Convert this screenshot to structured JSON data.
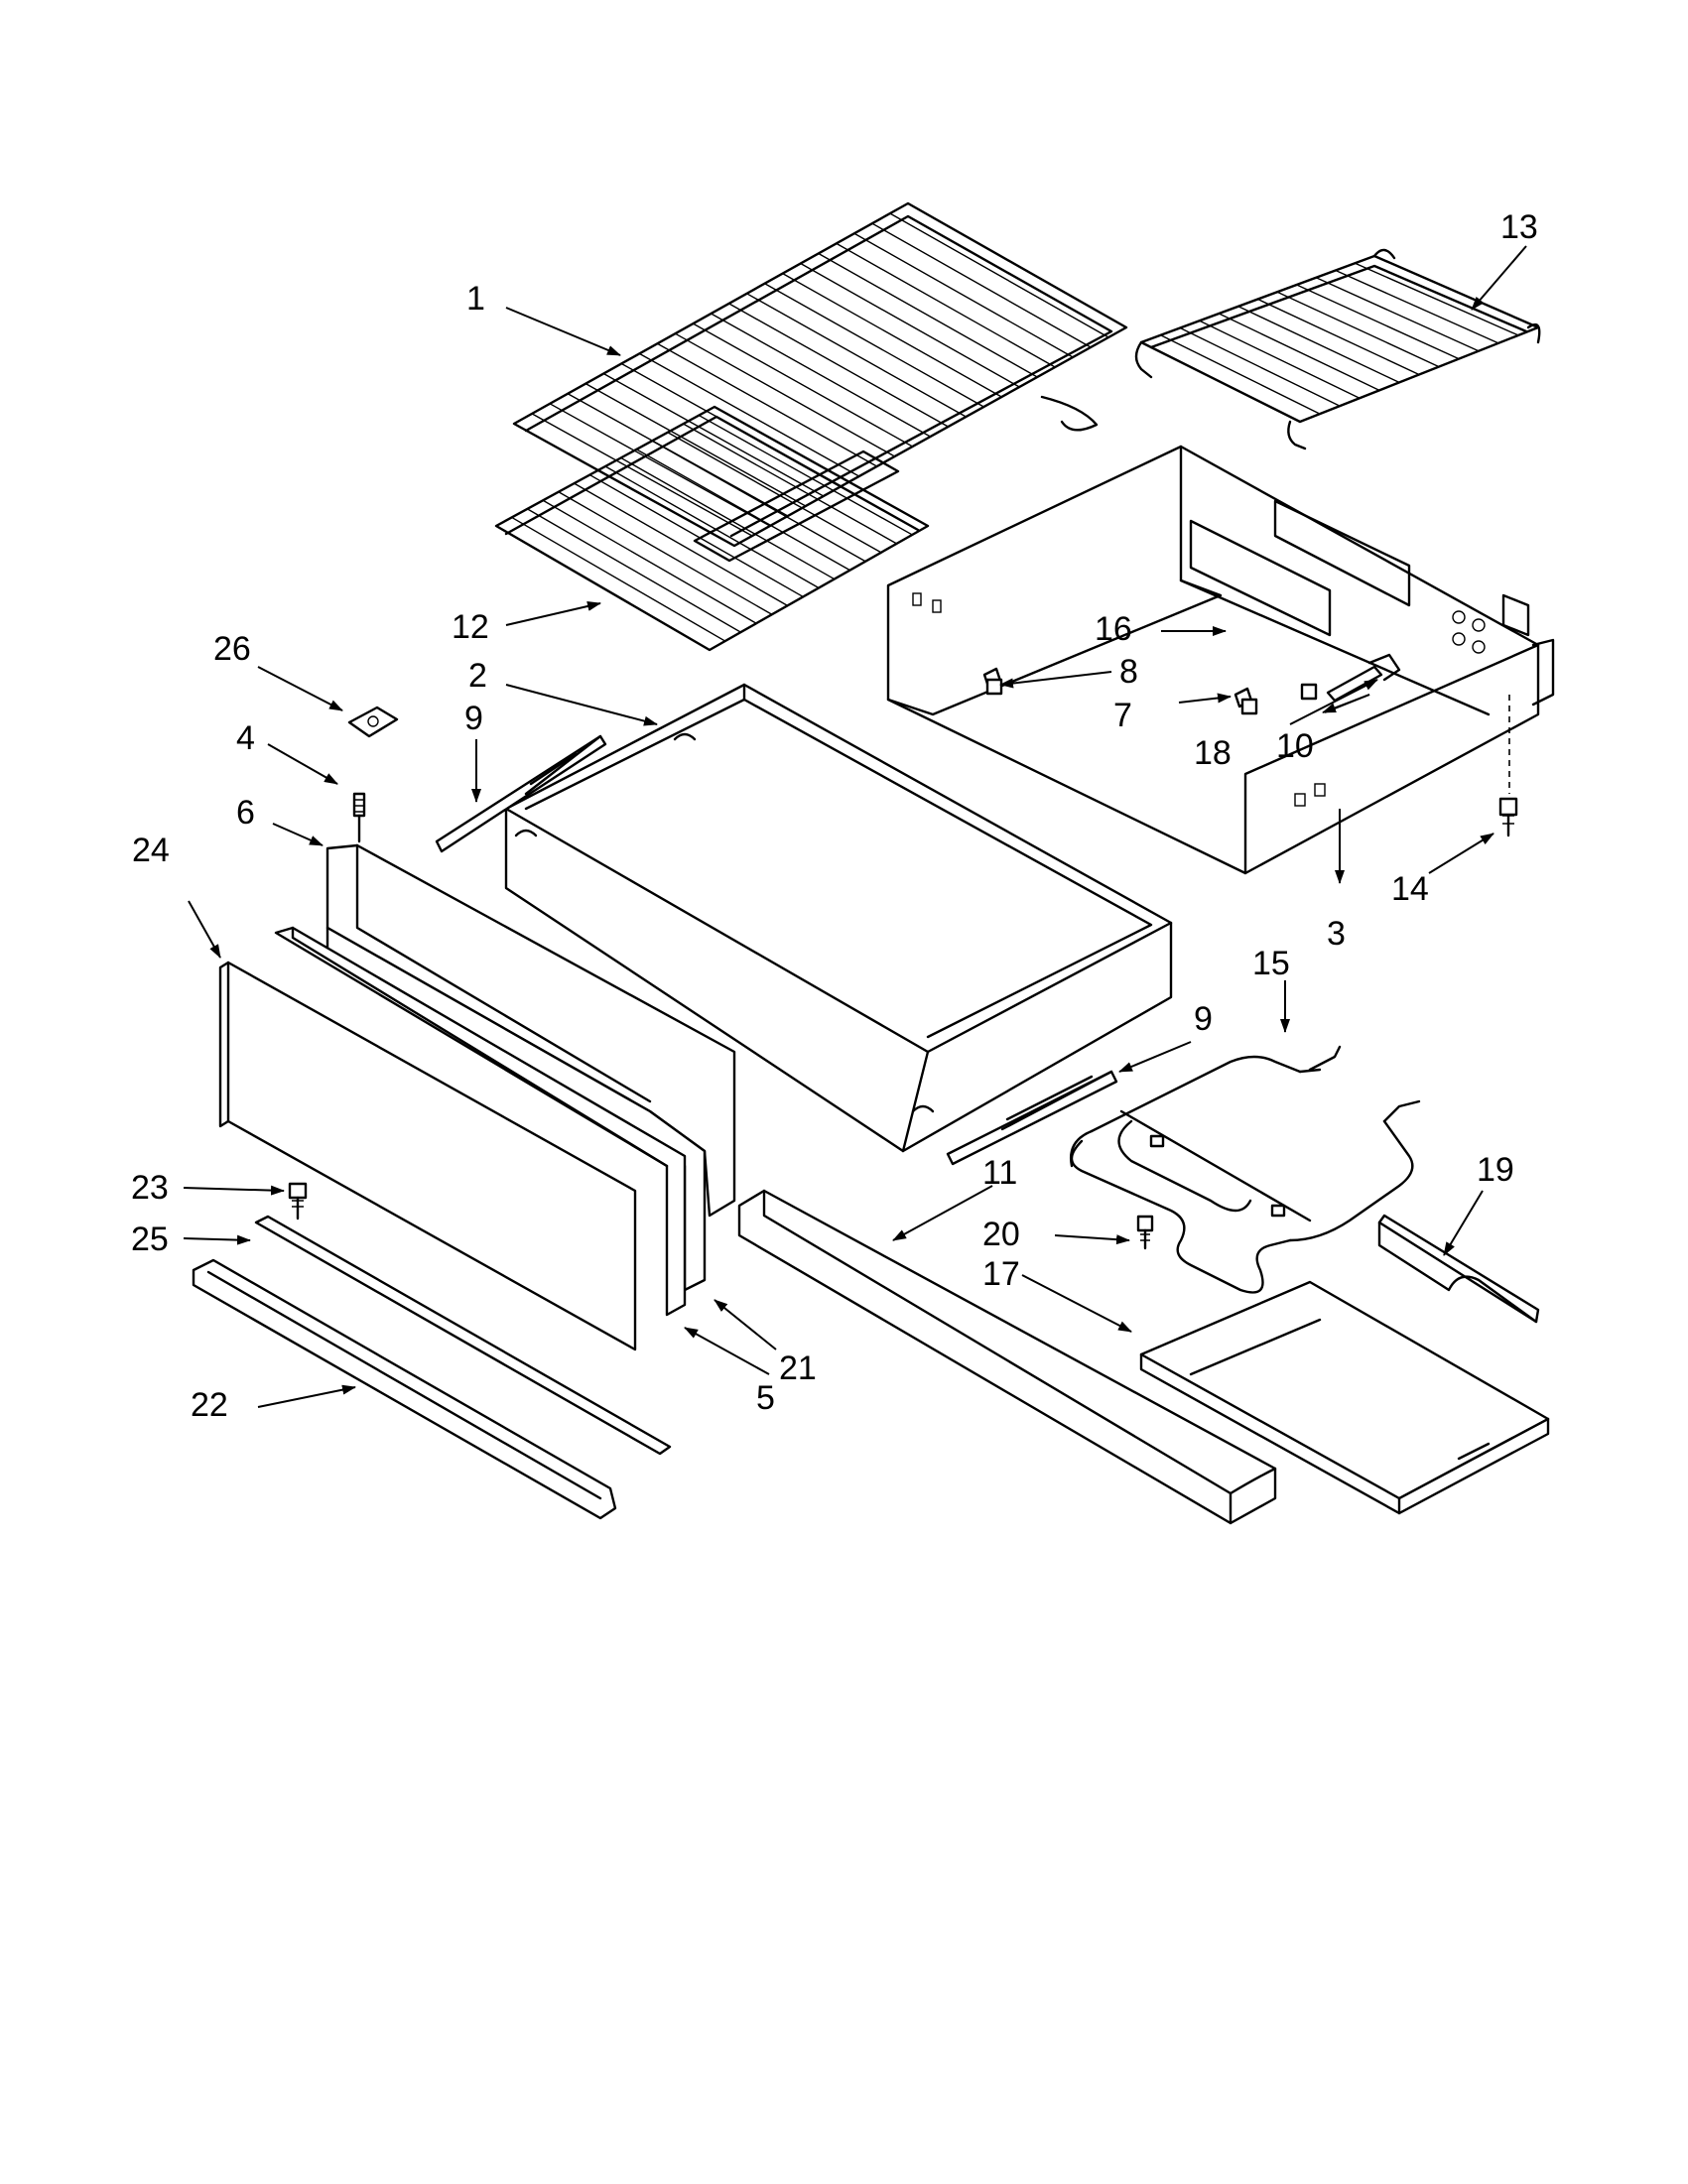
{
  "diagram": {
    "labels": [
      {
        "id": "label-1",
        "text": "1"
      },
      {
        "id": "label-2",
        "text": "2"
      },
      {
        "id": "label-3",
        "text": "3"
      },
      {
        "id": "label-4",
        "text": "4"
      },
      {
        "id": "label-5",
        "text": "5"
      },
      {
        "id": "label-6",
        "text": "6"
      },
      {
        "id": "label-7",
        "text": "7"
      },
      {
        "id": "label-8",
        "text": "8"
      },
      {
        "id": "label-9a",
        "text": "9"
      },
      {
        "id": "label-9b",
        "text": "9"
      },
      {
        "id": "label-10",
        "text": "10"
      },
      {
        "id": "label-11",
        "text": "11"
      },
      {
        "id": "label-12",
        "text": "12"
      },
      {
        "id": "label-13",
        "text": "13"
      },
      {
        "id": "label-14",
        "text": "14"
      },
      {
        "id": "label-15",
        "text": "15"
      },
      {
        "id": "label-16",
        "text": "16"
      },
      {
        "id": "label-17",
        "text": "17"
      },
      {
        "id": "label-18",
        "text": "18"
      },
      {
        "id": "label-19",
        "text": "19"
      },
      {
        "id": "label-20",
        "text": "20"
      },
      {
        "id": "label-21",
        "text": "21"
      },
      {
        "id": "label-22",
        "text": "22"
      },
      {
        "id": "label-23",
        "text": "23"
      },
      {
        "id": "label-24",
        "text": "24"
      },
      {
        "id": "label-25",
        "text": "25"
      },
      {
        "id": "label-26",
        "text": "26"
      }
    ]
  }
}
